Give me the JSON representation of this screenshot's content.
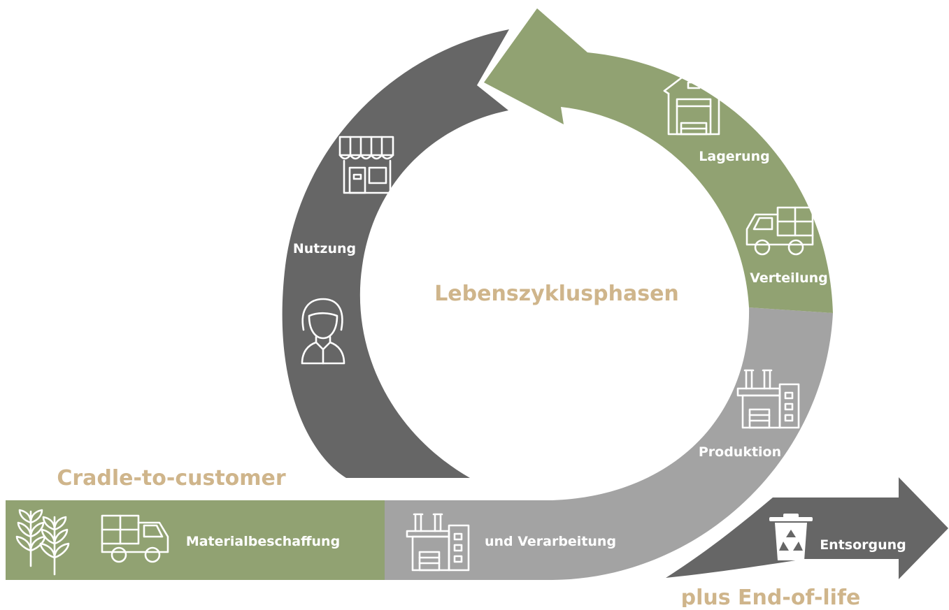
{
  "title": "Lebenszyklusphasen",
  "scopes": {
    "cradle_to_customer": "Cradle-to-customer",
    "end_of_life": "plus End-of-life"
  },
  "stages": {
    "materialbeschaffung": "Materialbeschaffung",
    "verarbeitung": "und Verarbeitung",
    "produktion": "Produktion",
    "verteilung": "Verteilung",
    "lagerung": "Lagerung",
    "nutzung": "Nutzung",
    "entsorgung": "Entsorgung"
  },
  "colors": {
    "green": "#91a272",
    "light_gray": "#a3a3a3",
    "dark_gray": "#666666",
    "accent_text": "#cfb58b",
    "label_text": "#ffffff"
  },
  "icons": [
    "wheat-icon",
    "truck-icon",
    "factory-icon",
    "warehouse-icon",
    "shop-icon",
    "person-icon",
    "recycle-bin-icon"
  ]
}
